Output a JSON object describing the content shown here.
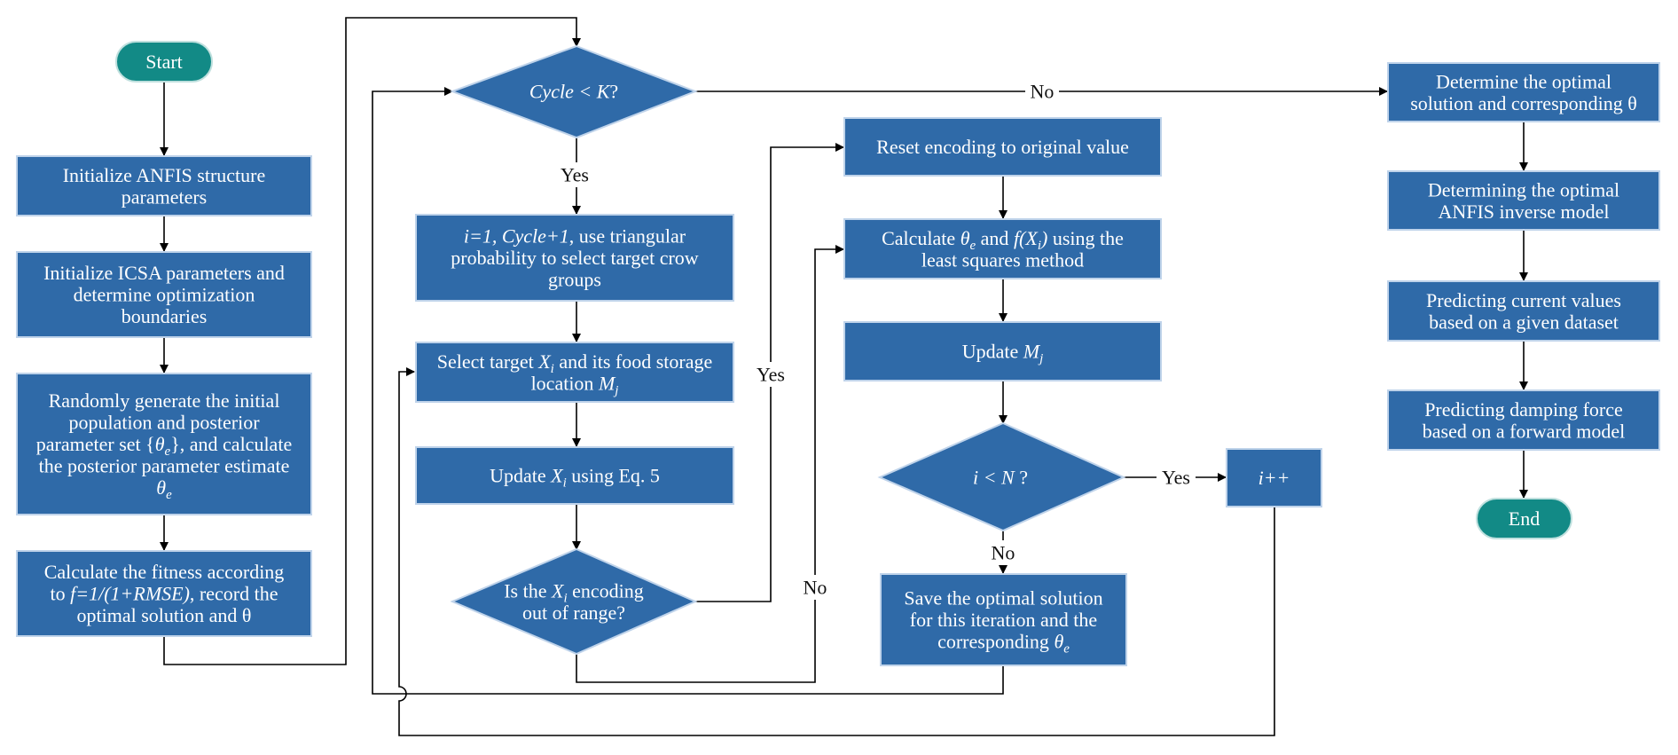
{
  "nodes": {
    "start": {
      "lines": [
        [
          {
            "t": "Start"
          }
        ]
      ]
    },
    "end": {
      "lines": [
        [
          {
            "t": "End"
          }
        ]
      ]
    },
    "init_anfis": {
      "lines": [
        [
          {
            "t": "Initialize ANFIS structure"
          }
        ],
        [
          {
            "t": "parameters"
          }
        ]
      ]
    },
    "init_icsa": {
      "lines": [
        [
          {
            "t": "Initialize ICSA parameters and"
          }
        ],
        [
          {
            "t": "determine optimization"
          }
        ],
        [
          {
            "t": "boundaries"
          }
        ]
      ]
    },
    "random_gen": {
      "lines": [
        [
          {
            "t": "Randomly generate the initial"
          }
        ],
        [
          {
            "t": "population and posterior"
          }
        ],
        [
          {
            "t": "parameter set {"
          },
          {
            "t": "θ",
            "i": true
          },
          {
            "t": "e",
            "i": true,
            "sub": true
          },
          {
            "t": "}, and calculate"
          }
        ],
        [
          {
            "t": "the posterior parameter estimate"
          }
        ],
        [
          {
            "t": "θ",
            "i": true
          },
          {
            "t": "e",
            "i": true,
            "sub": true
          }
        ]
      ]
    },
    "fitness": {
      "lines": [
        [
          {
            "t": "Calculate the fitness according"
          }
        ],
        [
          {
            "t": "to "
          },
          {
            "t": "f=1/(1+RMSE)",
            "i": true
          },
          {
            "t": ", record the"
          }
        ],
        [
          {
            "t": "optimal solution and θ"
          }
        ]
      ]
    },
    "cycle_check": {
      "lines": [
        [
          {
            "t": "Cycle < K",
            "i": true
          },
          {
            "t": "?"
          }
        ]
      ]
    },
    "select_groups": {
      "lines": [
        [
          {
            "t": "i=1, Cycle+1",
            "i": true
          },
          {
            "t": ", use triangular"
          }
        ],
        [
          {
            "t": "probability to select target crow"
          }
        ],
        [
          {
            "t": "groups"
          }
        ]
      ]
    },
    "select_target": {
      "lines": [
        [
          {
            "t": "Select target "
          },
          {
            "t": "X",
            "i": true
          },
          {
            "t": "i",
            "i": true,
            "sub": true
          },
          {
            "t": " and its food storage"
          }
        ],
        [
          {
            "t": "location "
          },
          {
            "t": "M",
            "i": true
          },
          {
            "t": "j",
            "i": true,
            "sub": true
          }
        ]
      ]
    },
    "update_x": {
      "lines": [
        [
          {
            "t": "Update "
          },
          {
            "t": "X",
            "i": true
          },
          {
            "t": "i",
            "i": true,
            "sub": true
          },
          {
            "t": " using Eq. 5"
          }
        ]
      ]
    },
    "range_check": {
      "lines": [
        [
          {
            "t": "Is the "
          },
          {
            "t": "X",
            "i": true
          },
          {
            "t": "i",
            "i": true,
            "sub": true
          },
          {
            "t": " encoding"
          }
        ],
        [
          {
            "t": "out of range?"
          }
        ]
      ]
    },
    "reset": {
      "lines": [
        [
          {
            "t": "Reset encoding to original value"
          }
        ]
      ]
    },
    "calc_theta": {
      "lines": [
        [
          {
            "t": "Calculate "
          },
          {
            "t": "θ",
            "i": true
          },
          {
            "t": "e",
            "i": true,
            "sub": true
          },
          {
            "t": " and "
          },
          {
            "t": "f(X",
            "i": true
          },
          {
            "t": "i",
            "i": true,
            "sub": true
          },
          {
            "t": ")",
            "i": true
          },
          {
            "t": " using the"
          }
        ],
        [
          {
            "t": "least squares method"
          }
        ]
      ]
    },
    "update_m": {
      "lines": [
        [
          {
            "t": "Update "
          },
          {
            "t": "M",
            "i": true
          },
          {
            "t": "j",
            "i": true,
            "sub": true
          }
        ]
      ]
    },
    "i_check": {
      "lines": [
        [
          {
            "t": "i < N",
            "i": true
          },
          {
            "t": " ?"
          }
        ]
      ]
    },
    "i_inc": {
      "lines": [
        [
          {
            "t": "i++",
            "i": true
          }
        ]
      ]
    },
    "save_opt": {
      "lines": [
        [
          {
            "t": "Save the optimal solution"
          }
        ],
        [
          {
            "t": "for this iteration and the"
          }
        ],
        [
          {
            "t": "corresponding "
          },
          {
            "t": "θ",
            "i": true
          },
          {
            "t": "e",
            "i": true,
            "sub": true
          }
        ]
      ]
    },
    "determine_opt": {
      "lines": [
        [
          {
            "t": "Determine the optimal"
          }
        ],
        [
          {
            "t": "solution and corresponding θ"
          }
        ]
      ]
    },
    "determine_anfis": {
      "lines": [
        [
          {
            "t": "Determining the optimal"
          }
        ],
        [
          {
            "t": "ANFIS inverse model"
          }
        ]
      ]
    },
    "predict_current": {
      "lines": [
        [
          {
            "t": "Predicting current values"
          }
        ],
        [
          {
            "t": "based on a given dataset"
          }
        ]
      ]
    },
    "predict_damping": {
      "lines": [
        [
          {
            "t": "Predicting damping force"
          }
        ],
        [
          {
            "t": "based on a forward model"
          }
        ]
      ]
    }
  },
  "edge_labels": {
    "cycle_yes": "Yes",
    "cycle_no": "No",
    "range_yes": "Yes",
    "range_no": "No",
    "i_yes": "Yes",
    "i_no": "No"
  },
  "colors": {
    "box_fill": "#2f6aa8",
    "terminal_fill": "#128a86",
    "text_on_shape": "#ffffff",
    "connector": "#000000"
  }
}
